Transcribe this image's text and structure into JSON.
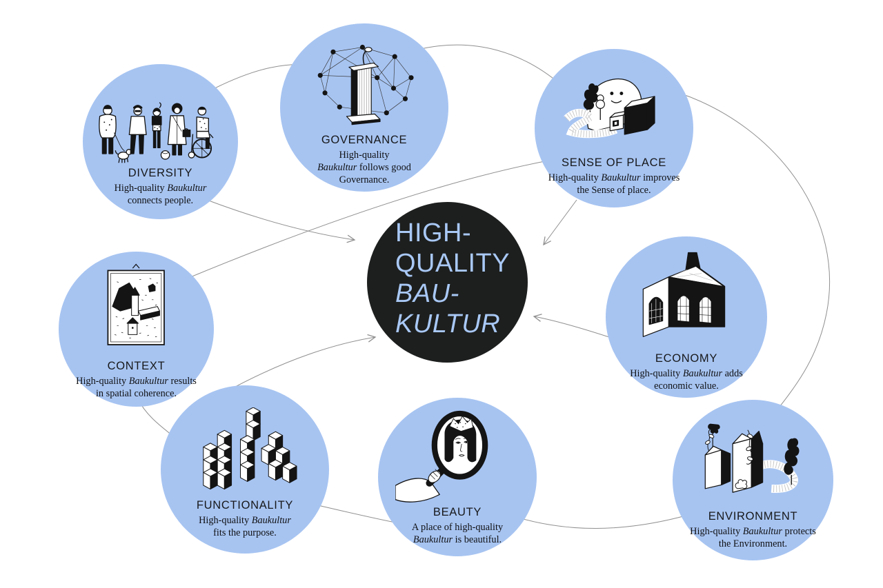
{
  "title": "High-Quality Baukultur diagram",
  "colors": {
    "circle_blue": "#a7c4f1",
    "center_black": "#1d1f1e",
    "center_text_blue": "#a9c8f5",
    "line_gray": "#8f8f8f",
    "text_black": "#101114"
  },
  "center": {
    "line1": "HIGH-",
    "line2": "QUALITY",
    "line3": "BAU-",
    "line4": "KULTUR"
  },
  "nodes": [
    {
      "id": "diversity",
      "title": "DIVERSITY",
      "illustration": "people-group-icon",
      "desc": [
        [
          [
            "High-quality ",
            0
          ],
          [
            "Baukultur",
            1
          ]
        ],
        [
          [
            "connects people.",
            0
          ]
        ]
      ]
    },
    {
      "id": "governance",
      "title": "GOVERNANCE",
      "illustration": "podium-network-icon",
      "desc": [
        [
          [
            "High-quality",
            0
          ]
        ],
        [
          [
            "Baukultur",
            1
          ],
          [
            " follows good",
            0
          ]
        ],
        [
          [
            "Governance.",
            0
          ]
        ]
      ]
    },
    {
      "id": "sense-of-place",
      "title": "SENSE OF PLACE",
      "illustration": "ghost-landscape-icon",
      "desc": [
        [
          [
            "High-quality ",
            0
          ],
          [
            "Baukultur",
            1
          ],
          [
            " improves",
            0
          ]
        ],
        [
          [
            "the Sense of place.",
            0
          ]
        ]
      ]
    },
    {
      "id": "context",
      "title": "CONTEXT",
      "illustration": "framed-village-icon",
      "desc": [
        [
          [
            "High-quality ",
            0
          ],
          [
            "Baukultur",
            1
          ],
          [
            " results",
            0
          ]
        ],
        [
          [
            "in spatial coherence.",
            0
          ]
        ]
      ]
    },
    {
      "id": "economy",
      "title": "ECONOMY",
      "illustration": "factory-icon",
      "desc": [
        [
          [
            "High-quality ",
            0
          ],
          [
            "Baukultur",
            1
          ],
          [
            " adds",
            0
          ]
        ],
        [
          [
            "economic value.",
            0
          ]
        ]
      ]
    },
    {
      "id": "functionality",
      "title": "FUNCTIONALITY",
      "illustration": "cube-stacks-icon",
      "desc": [
        [
          [
            "High-quality ",
            0
          ],
          [
            "Baukultur",
            1
          ]
        ],
        [
          [
            "fits the purpose.",
            0
          ]
        ]
      ]
    },
    {
      "id": "beauty",
      "title": "BEAUTY",
      "illustration": "hand-mirror-icon",
      "desc": [
        [
          [
            "A place of high-quality",
            0
          ]
        ],
        [
          [
            "Baukultur",
            1
          ],
          [
            " is beautiful.",
            0
          ]
        ]
      ]
    },
    {
      "id": "environment",
      "title": "ENVIRONMENT",
      "illustration": "green-buildings-icon",
      "desc": [
        [
          [
            "High-quality ",
            0
          ],
          [
            "Baukultur",
            1
          ],
          [
            " protects",
            0
          ]
        ],
        [
          [
            "the Environment.",
            0
          ]
        ]
      ]
    }
  ],
  "links": {
    "ring": [
      [
        "diversity",
        "governance"
      ],
      [
        "governance",
        "sense-of-place"
      ],
      [
        "sense-of-place",
        "environment"
      ],
      [
        "environment",
        "beauty"
      ],
      [
        "beauty",
        "functionality"
      ],
      [
        "functionality",
        "context"
      ],
      [
        "context",
        "sense-of-place"
      ]
    ],
    "arrows_to_center": [
      "diversity",
      "sense-of-place",
      "economy",
      "functionality"
    ]
  }
}
